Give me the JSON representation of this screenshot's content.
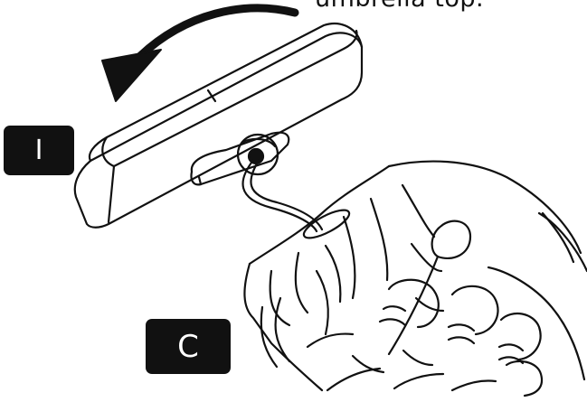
{
  "caption": "umbrella top.",
  "labels": {
    "step_i": "I",
    "step_c": "C"
  },
  "icons": [
    "rotate-counterclockwise-arrow-icon"
  ],
  "colors": {
    "ink": "#111111",
    "badge_bg": "#111111",
    "badge_text": "#ffffff",
    "background": "#ffffff"
  }
}
